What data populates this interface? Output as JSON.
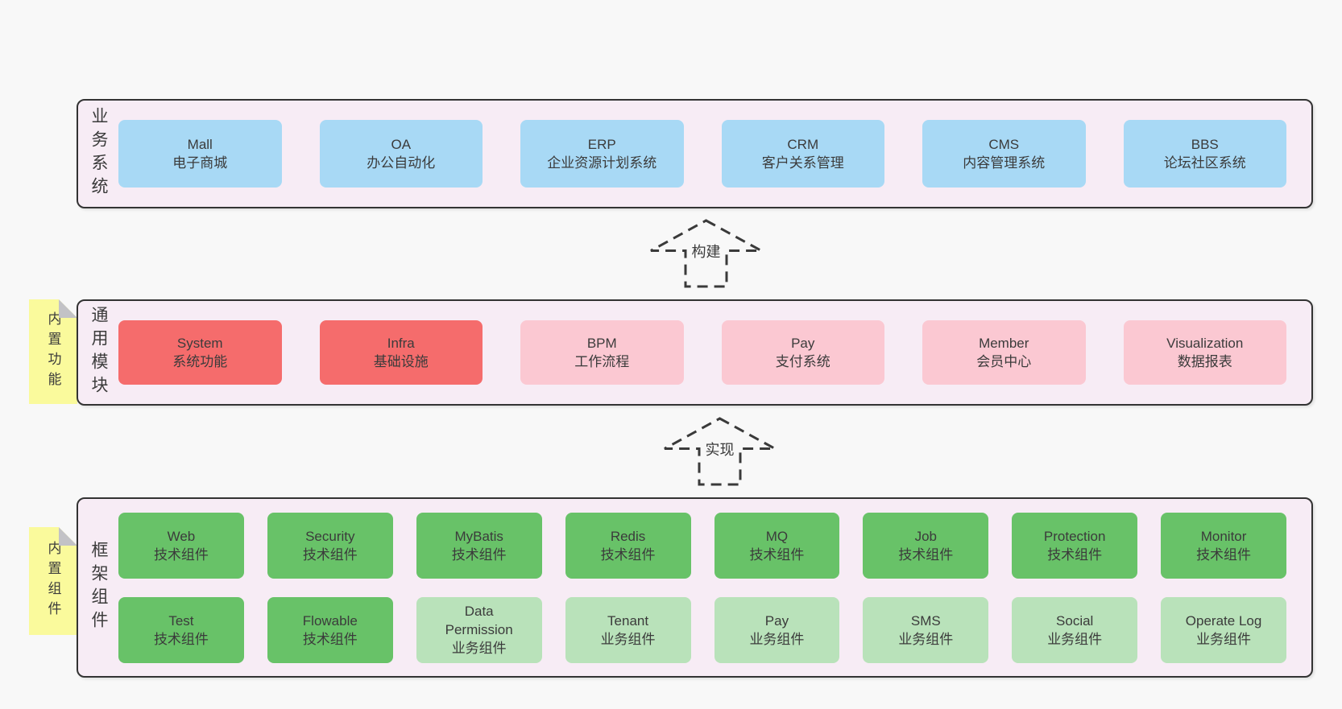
{
  "palette": {
    "page_bg": "#f8f8f8",
    "layer_bg": "#f7ecf5",
    "layer_border": "#333333",
    "blue": "#a8d9f5",
    "red": "#f56c6c",
    "pink": "#fbc8d2",
    "green": "#68c268",
    "green_light": "#b9e2ba",
    "note_yellow": "#fafa9c",
    "note_fold": "#c2c2c6",
    "text": "#3b3b3b"
  },
  "arrows": [
    {
      "label": "构建"
    },
    {
      "label": "实现"
    }
  ],
  "notes": [
    {
      "text": "内置功能"
    },
    {
      "text": "内置组件"
    }
  ],
  "layers": {
    "business": {
      "label": "业务系统",
      "boxes": [
        {
          "name": "Mall",
          "desc": "电子商城"
        },
        {
          "name": "OA",
          "desc": "办公自动化"
        },
        {
          "name": "ERP",
          "desc": "企业资源计划系统"
        },
        {
          "name": "CRM",
          "desc": "客户关系管理"
        },
        {
          "name": "CMS",
          "desc": "内容管理系统"
        },
        {
          "name": "BBS",
          "desc": "论坛社区系统"
        }
      ]
    },
    "modules": {
      "label": "通用模块",
      "boxes": [
        {
          "name": "System",
          "desc": "系统功能"
        },
        {
          "name": "Infra",
          "desc": "基础设施"
        },
        {
          "name": "BPM",
          "desc": "工作流程"
        },
        {
          "name": "Pay",
          "desc": "支付系统"
        },
        {
          "name": "Member",
          "desc": "会员中心"
        },
        {
          "name": "Visualization",
          "desc": "数据报表"
        }
      ]
    },
    "components": {
      "label": "框架组件",
      "rows": [
        [
          {
            "name": "Web",
            "desc": "技术组件"
          },
          {
            "name": "Security",
            "desc": "技术组件"
          },
          {
            "name": "MyBatis",
            "desc": "技术组件"
          },
          {
            "name": "Redis",
            "desc": "技术组件"
          },
          {
            "name": "MQ",
            "desc": "技术组件"
          },
          {
            "name": "Job",
            "desc": "技术组件"
          },
          {
            "name": "Protection",
            "desc": "技术组件"
          },
          {
            "name": "Monitor",
            "desc": "技术组件"
          }
        ],
        [
          {
            "name": "Test",
            "desc": "技术组件"
          },
          {
            "name": "Flowable",
            "desc": "技术组件"
          },
          {
            "name": "Data Permission",
            "desc": "业务组件"
          },
          {
            "name": "Tenant",
            "desc": "业务组件"
          },
          {
            "name": "Pay",
            "desc": "业务组件"
          },
          {
            "name": "SMS",
            "desc": "业务组件"
          },
          {
            "name": "Social",
            "desc": "业务组件"
          },
          {
            "name": "Operate Log",
            "desc": "业务组件"
          }
        ]
      ]
    }
  }
}
